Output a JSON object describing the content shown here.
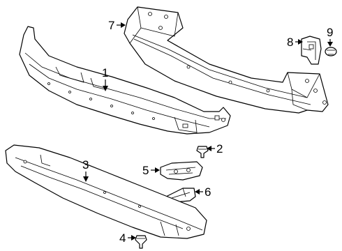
{
  "callouts": [
    {
      "number": "1",
      "part": "absorber"
    },
    {
      "number": "2",
      "part": "clip"
    },
    {
      "number": "3",
      "part": "deflector"
    },
    {
      "number": "4",
      "part": "clip"
    },
    {
      "number": "5",
      "part": "bracket"
    },
    {
      "number": "6",
      "part": "bracket"
    },
    {
      "number": "7",
      "part": "reinforcement-beam"
    },
    {
      "number": "8",
      "part": "bracket"
    },
    {
      "number": "9",
      "part": "clip"
    }
  ]
}
